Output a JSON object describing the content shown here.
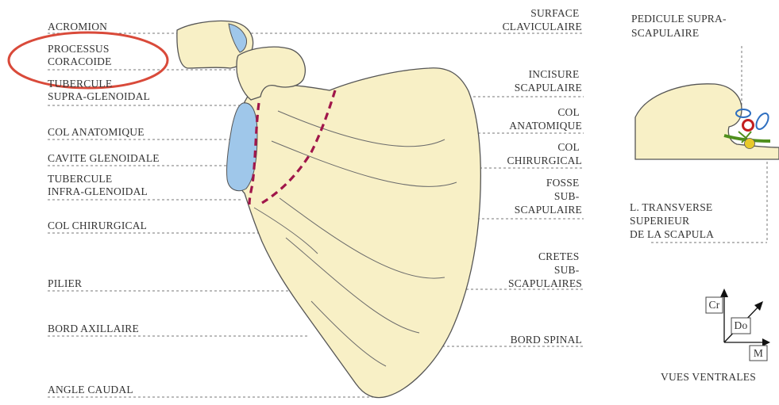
{
  "left_labels": [
    [
      "ACROMION"
    ],
    [
      "PROCESSUS",
      "CORACOIDE"
    ],
    [
      "TUBERCULE",
      "SUPRA-GLENOIDAL"
    ],
    [
      "COL ANATOMIQUE"
    ],
    [
      "CAVITE GLENOIDALE"
    ],
    [
      "TUBERCULE",
      "INFRA-GLENOIDAL"
    ],
    [
      "COL CHIRURGICAL"
    ],
    [
      "PILIER"
    ],
    [
      "BORD AXILLAIRE"
    ],
    [
      "ANGLE CAUDAL"
    ]
  ],
  "right_labels": [
    [
      "SURFACE",
      "CLAVICULAIRE"
    ],
    [
      "INCISURE",
      "SCAPULAIRE"
    ],
    [
      "COL",
      "ANATOMIQUE"
    ],
    [
      "COL",
      "CHIRURGICAL"
    ],
    [
      "FOSSE",
      "SUB-",
      "SCAPULAIRE"
    ],
    [
      "CRETES",
      "SUB-",
      "SCAPULAIRES"
    ],
    [
      "BORD SPINAL"
    ]
  ],
  "inset_labels": [
    [
      "PEDICULE SUPRA-",
      "SCAPULAIRE"
    ],
    [
      "L. TRANSVERSE",
      "SUPERIEUR",
      "DE LA SCAPULA"
    ]
  ],
  "orientation": {
    "cranial": "Cr",
    "dorsal": "Do",
    "medial": "M",
    "caption": "VUES VENTRALES"
  },
  "colors": {
    "bone": "#f8f0c6",
    "cartilage": "#9fc7ea",
    "neck_line": "#a0164a",
    "highlight_ellipse": "#d94a3a",
    "ligament": "#4f8f1c",
    "artery": "#c21f1f",
    "nerve": "#e8c92a",
    "vein": "#2f6fc0"
  }
}
